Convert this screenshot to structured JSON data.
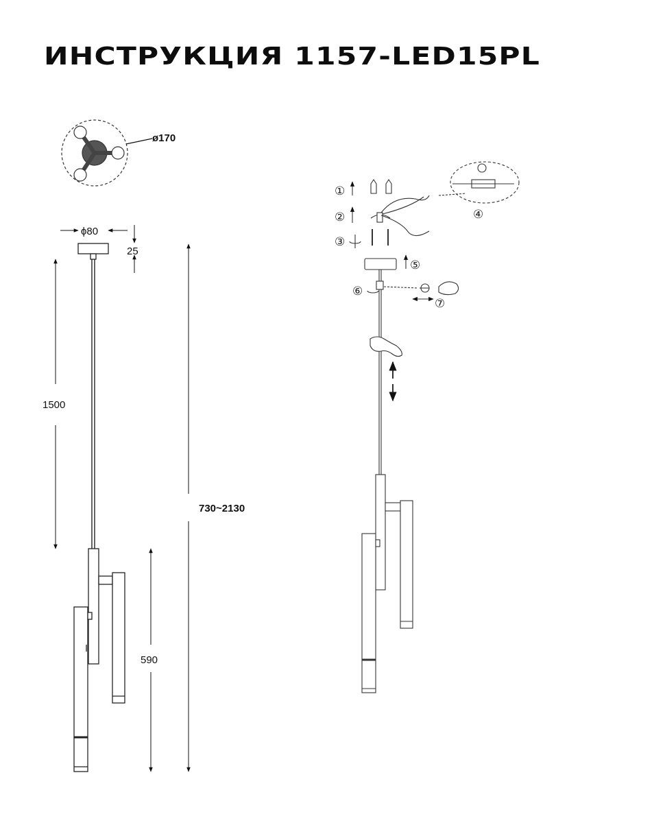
{
  "header": {
    "title": "ИНСТРУКЦИЯ 1157-LED15PL"
  },
  "dimensions": {
    "canopy_diameter": "ø170",
    "base_diameter": "ϕ80",
    "canopy_height": "25",
    "cable_length": "1500",
    "total_height": "730~2130",
    "fixture_height": "590"
  },
  "steps": [
    "①",
    "②",
    "③",
    "④",
    "⑤",
    "⑥",
    "⑦"
  ]
}
